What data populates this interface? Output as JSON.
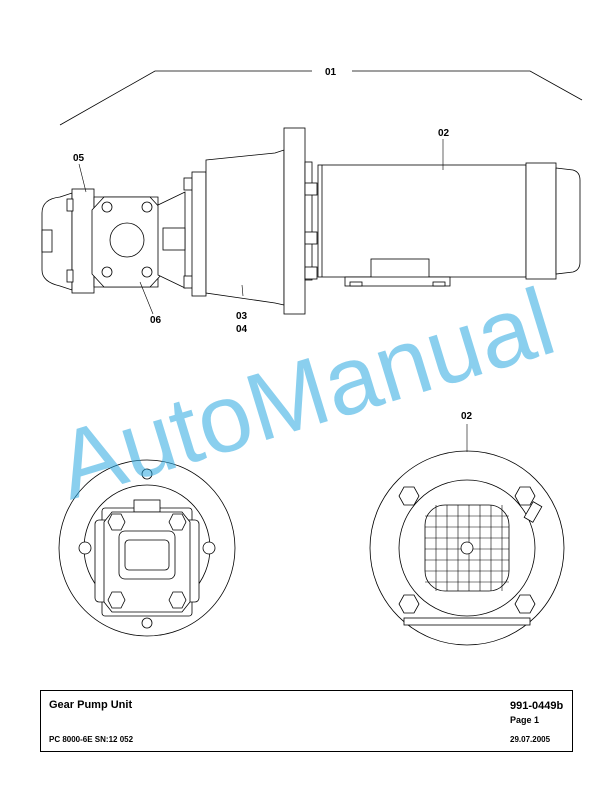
{
  "callouts": {
    "c01": "01",
    "c02_side": "02",
    "c05": "05",
    "c06": "06",
    "c03": "03",
    "c04": "04",
    "c02_end": "02"
  },
  "watermark": "AutoManual",
  "title_block": {
    "title": "Gear Pump Unit",
    "model": "PC 8000-6E SN:12 052",
    "document_number": "991-0449b",
    "page": "Page 1",
    "date": "29.07.2005"
  },
  "colors": {
    "line": "#000000",
    "watermark": "#29a8e0"
  }
}
